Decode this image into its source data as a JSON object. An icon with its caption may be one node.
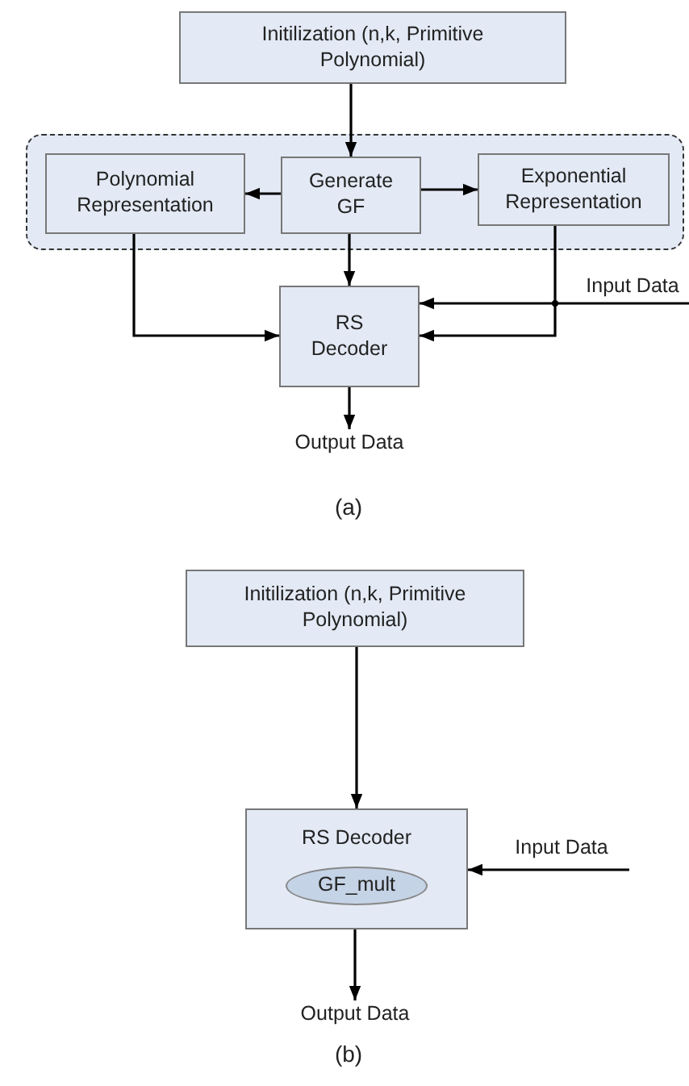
{
  "diagram": {
    "nodes": [
      {
        "text": [
          "Initilization (n,k,  Primitive Polynomial)"
        ]
      },
      {
        "text": [],
        "shape": "box"
      },
      {
        "text": [
          "Polynomial Representation"
        ],
        "in": 1
      },
      {
        "text": [
          "Generate GF"
        ],
        "in": 1
      },
      {
        "text": [
          "Exponential Representation"
        ],
        "in": 1
      },
      {
        "text": [
          "RS Decoder"
        ]
      },
      {
        "text": [
          "Output Data"
        ]
      },
      {
        "text": [
          "Input Data"
        ]
      },
      {
        "text": [
          "Initilization (n,k,  Primitive Polynomial)"
        ]
      },
      {
        "text": [
          "RS Decoder"
        ]
      },
      {
        "text": [
          "GF_mult"
        ],
        "in": 9
      },
      {
        "text": [
          "Output Data"
        ]
      },
      {
        "text": [
          "Input Data"
        ]
      }
    ],
    "edges": [
      {
        "from": 0,
        "to": 3,
        "arrow": "to"
      },
      {
        "from": 3,
        "to": 2,
        "arrow": "to"
      },
      {
        "from": 3,
        "to": 4,
        "arrow": "to"
      },
      {
        "from": 3,
        "to": 5,
        "arrow": "to"
      },
      {
        "from": 2,
        "to": 5,
        "arrow": "to"
      },
      {
        "from": 4,
        "to": 5,
        "arrow": "to"
      },
      {
        "from": 7,
        "to": 5,
        "arrow": "to"
      },
      {
        "from": 5,
        "to": 6,
        "arrow": "to"
      },
      {
        "from": 8,
        "to": 9,
        "arrow": "to"
      },
      {
        "from": 12,
        "to": 9,
        "arrow": "to"
      },
      {
        "from": 9,
        "to": 11,
        "arrow": "to"
      }
    ],
    "labels": [
      "(a)",
      "(b)"
    ]
  }
}
